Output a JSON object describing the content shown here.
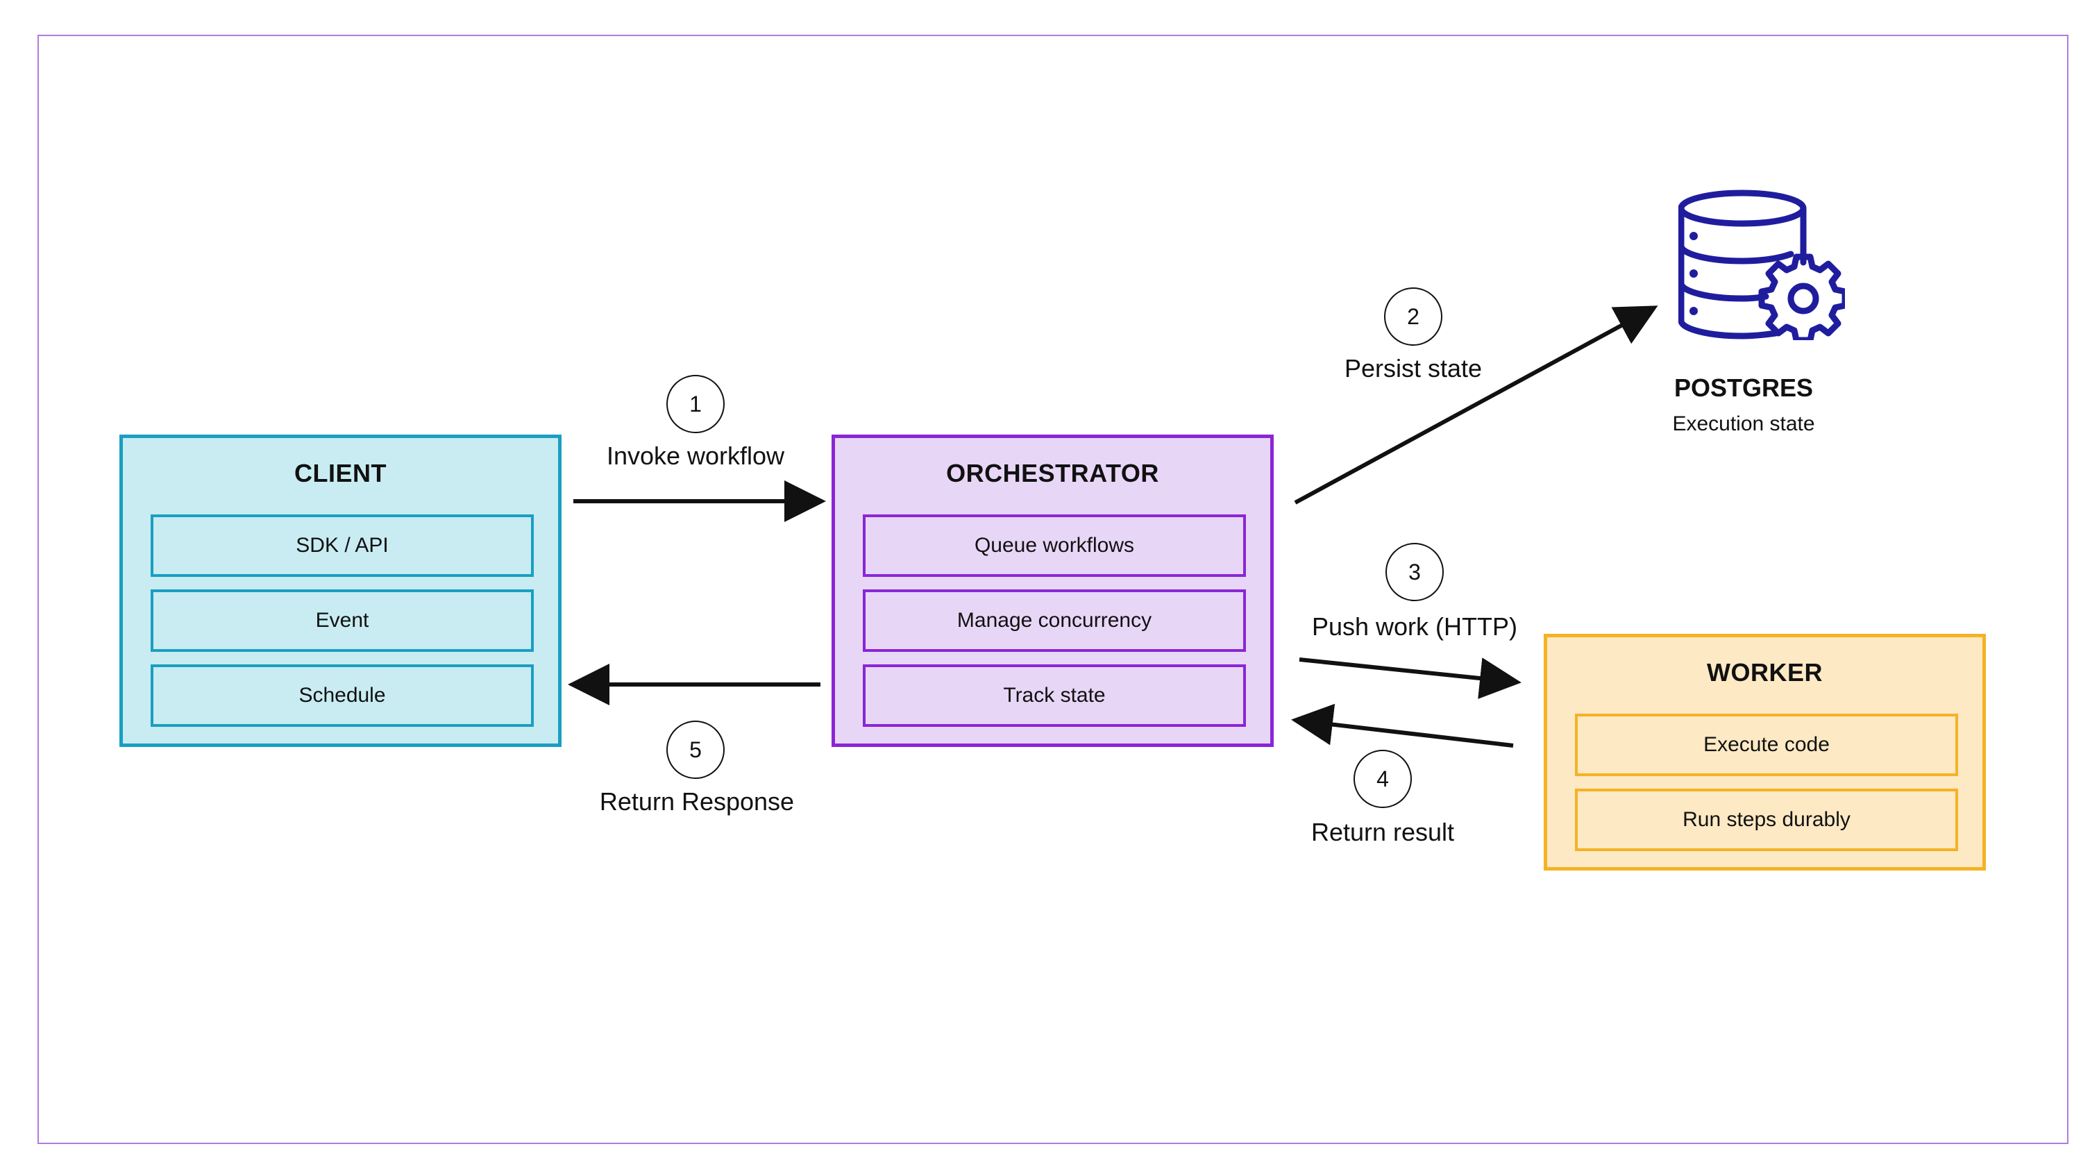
{
  "client": {
    "title": "CLIENT",
    "items": [
      "SDK / API",
      "Event",
      "Schedule"
    ]
  },
  "orchestrator": {
    "title": "ORCHESTRATOR",
    "items": [
      "Queue workflows",
      "Manage concurrency",
      "Track state"
    ]
  },
  "worker": {
    "title": "WORKER",
    "items": [
      "Execute code",
      "Run steps durably"
    ]
  },
  "postgres": {
    "title": "POSTGRES",
    "subtitle": "Execution state",
    "icon": "database-gear-icon"
  },
  "steps": [
    {
      "number": "1",
      "label": "Invoke workflow"
    },
    {
      "number": "2",
      "label": "Persist state"
    },
    {
      "number": "3",
      "label": "Push work (HTTP)"
    },
    {
      "number": "4",
      "label": "Return result"
    },
    {
      "number": "5",
      "label": "Return Response"
    }
  ],
  "colors": {
    "client_fill": "#c8ecf2",
    "client_border": "#1a9fc2",
    "orchestrator_fill": "#e8d6f7",
    "orchestrator_border": "#8a26d6",
    "worker_fill": "#fde9c4",
    "worker_border": "#f5b225",
    "postgres_icon": "#1f1d9e",
    "frame_border": "#b07be0"
  }
}
